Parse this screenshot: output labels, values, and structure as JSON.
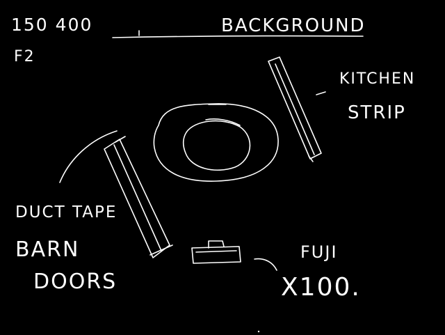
{
  "settings": {
    "iso": "150 400",
    "aperture": "F2"
  },
  "labels": {
    "background": "BACKGROUND",
    "kitchen_strip_line1": "KITCHEN",
    "kitchen_strip_line2": "STRIP",
    "duct_tape": "DUCT TAPE",
    "barn_doors_line1": "BARN",
    "barn_doors_line2": "DOORS",
    "camera_line1": "FUJI",
    "camera_line2": "X100."
  },
  "colors": {
    "background": "#000000",
    "ink": "#ffffff"
  }
}
